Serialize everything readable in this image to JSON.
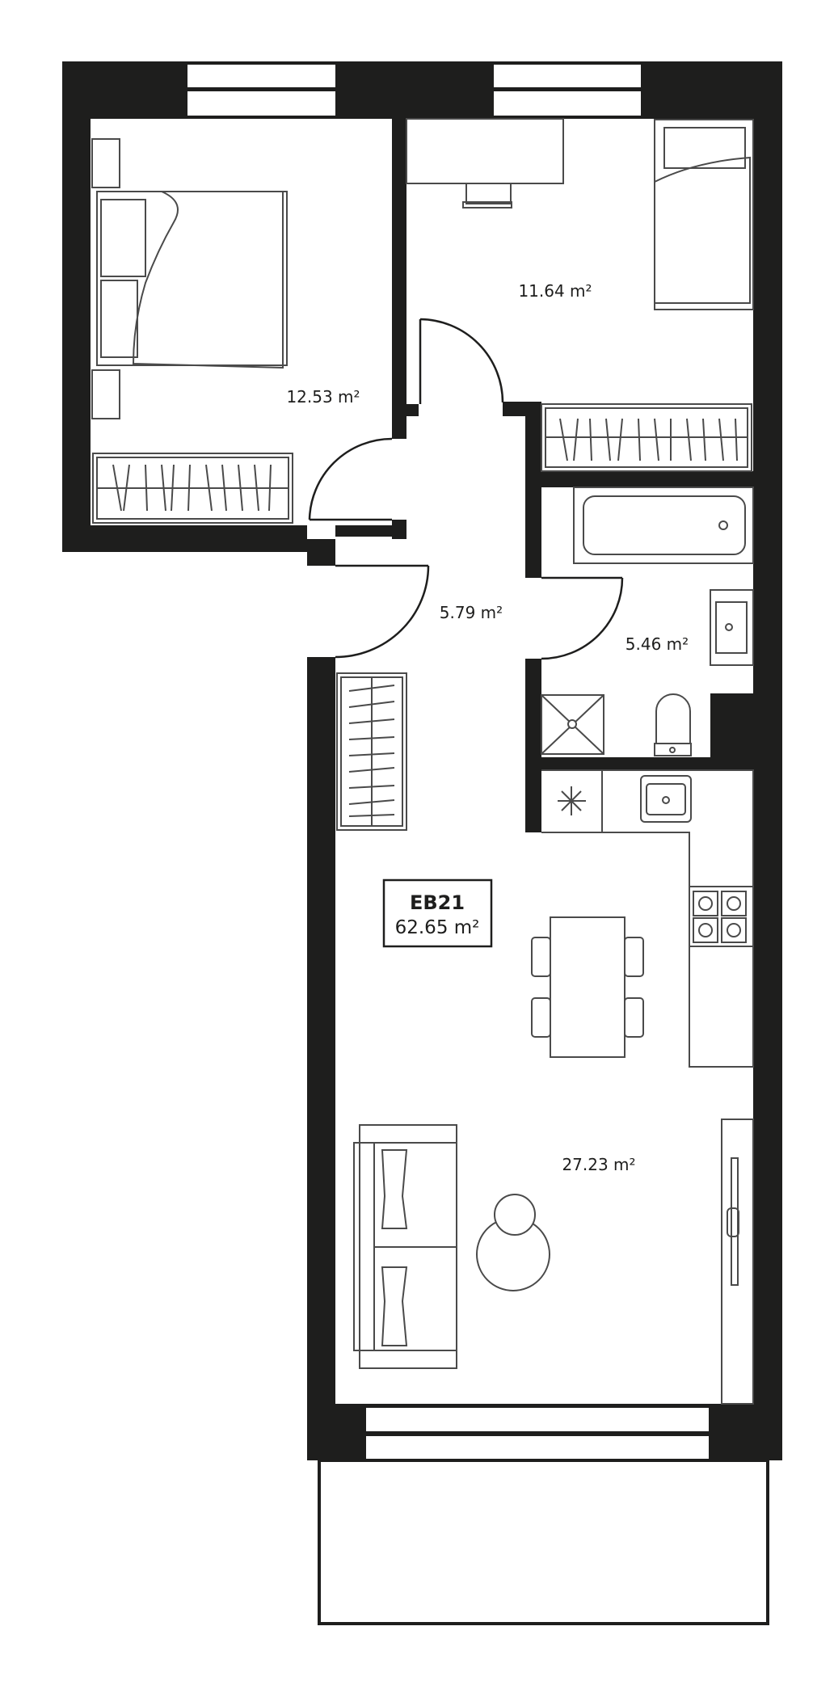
{
  "unit": {
    "code": "EB21",
    "total_area": "62.65 m²"
  },
  "rooms": {
    "bedroom_1": "12.53 m²",
    "bedroom_2": "11.64 m²",
    "hall": "5.79 m²",
    "bathroom": "5.46 m²",
    "living_kitchen": "27.23 m²"
  },
  "colors": {
    "wall": "#1e1e1d",
    "furniture_stroke": "#4a4a4a",
    "background": "#ffffff"
  }
}
